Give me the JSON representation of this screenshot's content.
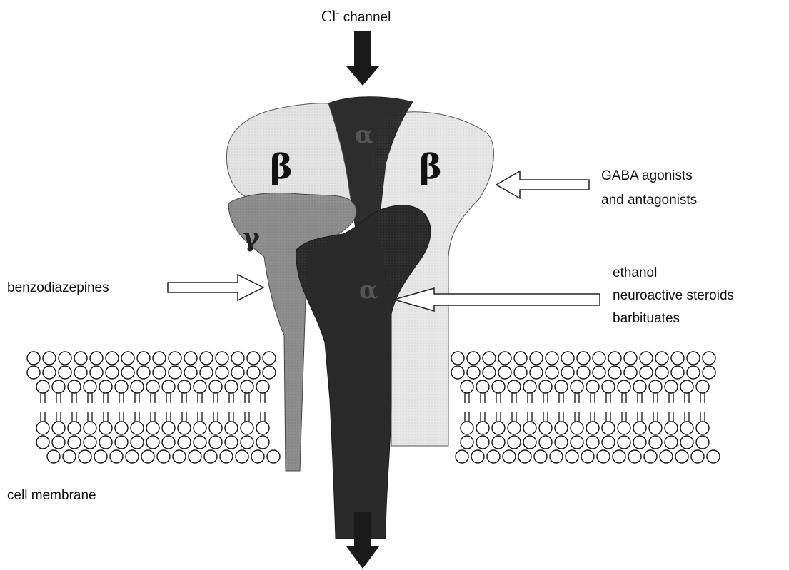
{
  "diagram": {
    "top_label": {
      "symbol": "Cl",
      "superscript": "-",
      "text": " channel"
    },
    "subunits": {
      "beta_left": "β",
      "beta_right": "β",
      "alpha_top": "α",
      "alpha_front": "α",
      "gamma": "γ"
    },
    "labels": {
      "gaba": [
        "GABA agonists",
        "and antagonists"
      ],
      "benzodiazepines": "benzodiazepines",
      "drugs": [
        "ethanol",
        "neuroactive steroids",
        "barbituates"
      ],
      "membrane": "cell membrane"
    },
    "colors": {
      "beta": "#e8e8e8",
      "alpha": "#2a2a2a",
      "gamma": "#8a8a8a",
      "membrane_head": "#ffffff",
      "arrow": "#1a1a1a"
    }
  }
}
